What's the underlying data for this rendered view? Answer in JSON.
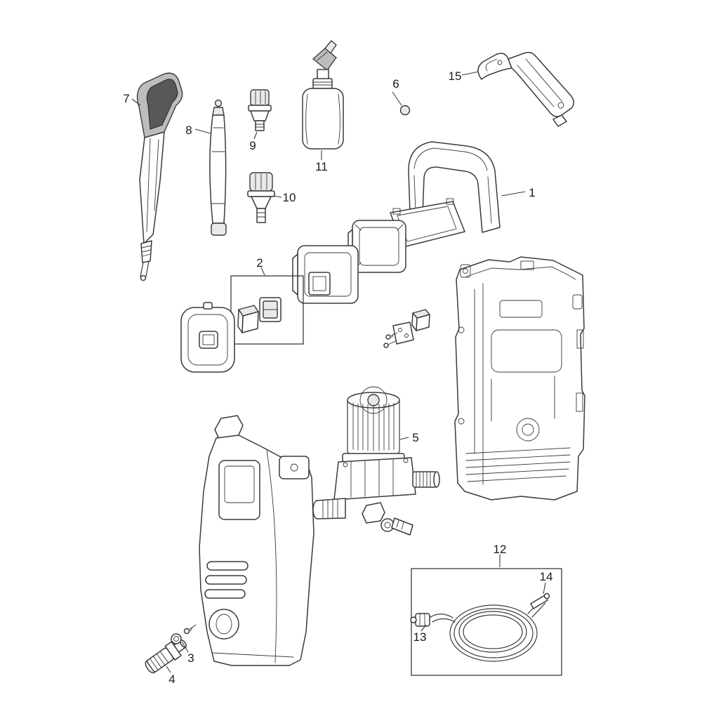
{
  "diagram": {
    "kind": "exploded-parts-diagram",
    "colors": {
      "line": "#3a3a3a",
      "background": "#ffffff",
      "dark_fill": "#585858",
      "mid_fill": "#bdbdbd"
    }
  },
  "labels": {
    "1": "1",
    "2": "2",
    "3": "3",
    "4": "4",
    "5": "5",
    "6": "6",
    "7": "7",
    "8": "8",
    "9": "9",
    "10": "10",
    "11": "11",
    "12": "12",
    "13": "13",
    "14": "14",
    "15": "15"
  }
}
